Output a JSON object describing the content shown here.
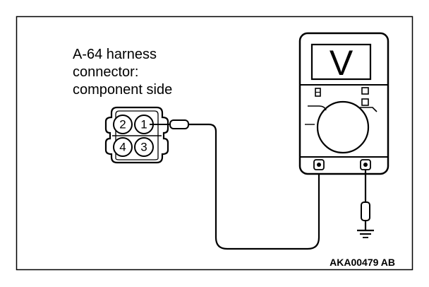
{
  "caption": {
    "line1": "A-64 harness",
    "line2": "connector:",
    "line3": "component side"
  },
  "connector": {
    "pins": [
      "2",
      "1",
      "4",
      "3"
    ]
  },
  "meter": {
    "display_symbol": "V"
  },
  "figure_code": "AKA00479 AB"
}
